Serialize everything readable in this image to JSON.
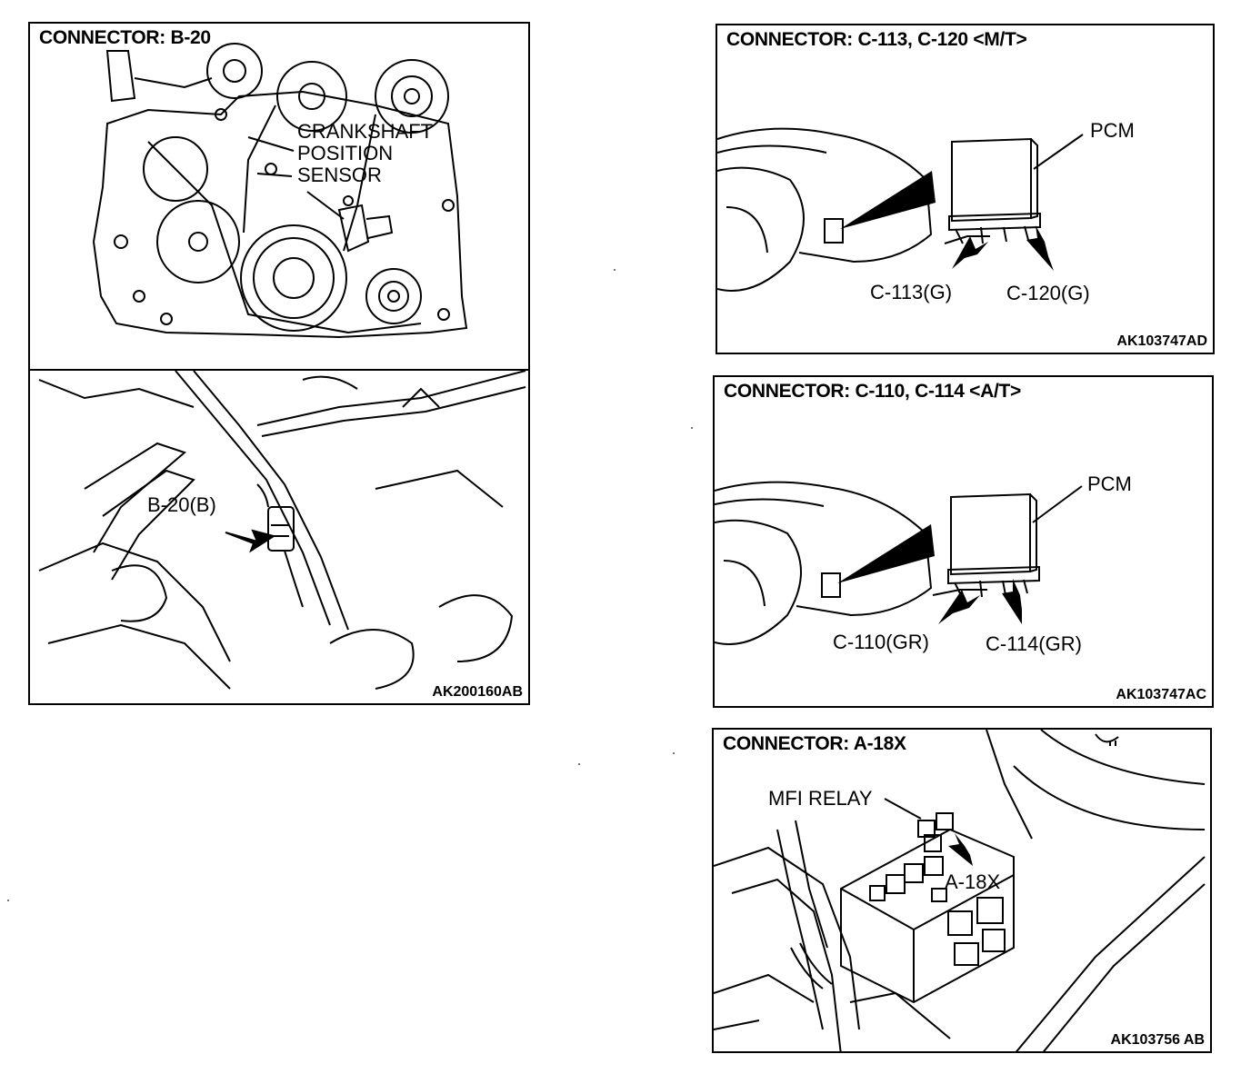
{
  "panel_b20": {
    "title": "CONNECTOR: B-20",
    "sensor_label_lines": [
      "CRANKSHAFT",
      "POSITION",
      "SENSOR"
    ],
    "connector_label": "B-20(B)",
    "code": "AK200160AB"
  },
  "panel_c113": {
    "title": "CONNECTOR: C-113, C-120 <M/T>",
    "pcm_label": "PCM",
    "left_connector_label": "C-113(G)",
    "right_connector_label": "C-120(G)",
    "code": "AK103747AD"
  },
  "panel_c110": {
    "title": "CONNECTOR: C-110, C-114 <A/T>",
    "pcm_label": "PCM",
    "left_connector_label": "C-110(GR)",
    "right_connector_label": "C-114(GR)",
    "code": "AK103747AC"
  },
  "panel_a18x": {
    "title": "CONNECTOR: A-18X",
    "relay_label": "MFI RELAY",
    "connector_label": "A-18X",
    "code": "AK103756 AB"
  }
}
